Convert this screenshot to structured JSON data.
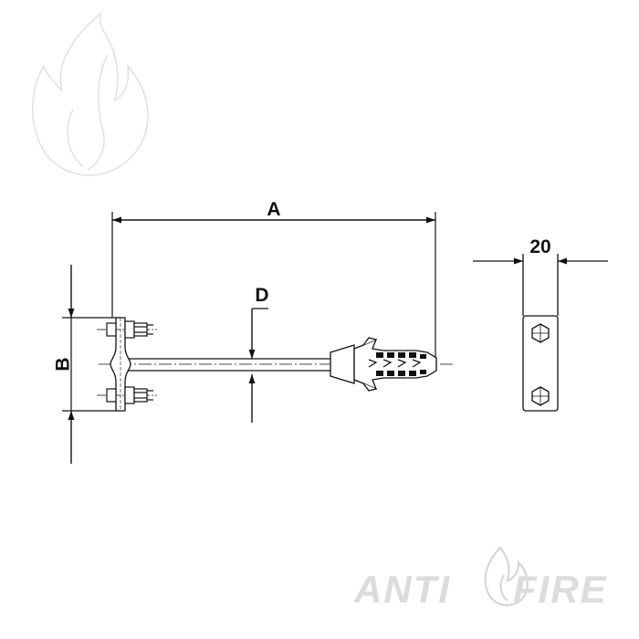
{
  "dimensions": {
    "a_label": "A",
    "b_label": "B",
    "d_label": "D",
    "width_label": "20"
  },
  "brand": {
    "word_left": "ANTI",
    "word_right": "FIRE",
    "watermark_icon": "flame-icon"
  },
  "colors": {
    "line": "#111111",
    "watermark": "#dcdcdc"
  }
}
